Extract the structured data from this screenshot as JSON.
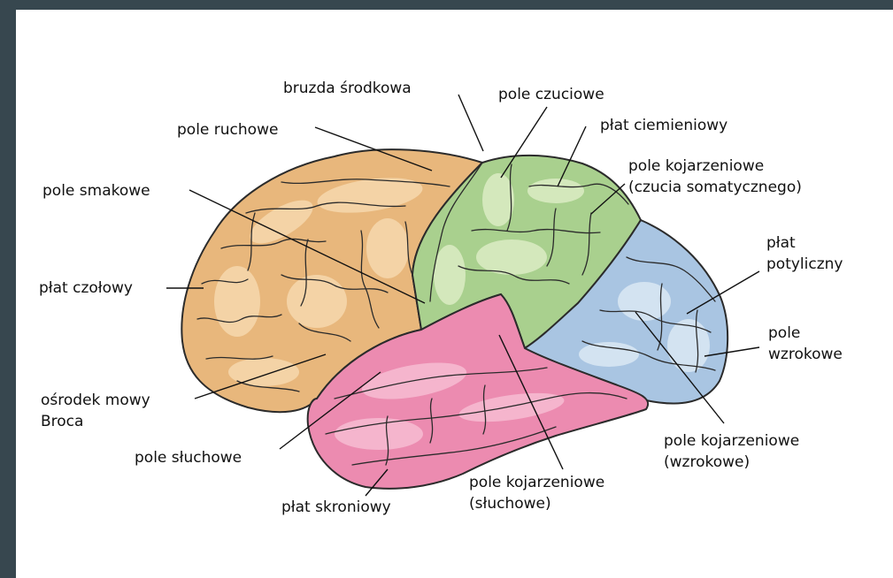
{
  "labels": {
    "bruzda_srodkowa": "bruzda środkowa",
    "pole_ruchowe": "pole ruchowe",
    "pole_czuciowe": "pole czuciowe",
    "plat_ciemieniowy": "płat ciemieniowy",
    "pole_kojarzeniowe_czucia_1": "pole kojarzeniowe",
    "pole_kojarzeniowe_czucia_2": "(czucia somatycznego)",
    "pole_smakowe": "pole smakowe",
    "plat_potyliczny_1": "płat",
    "plat_potyliczny_2": "potyliczny",
    "plat_czolowy": "płat czołowy",
    "pole_wzrokowe_1": "pole",
    "pole_wzrokowe_2": "wzrokowe",
    "osrodek_mowy_1": "ośrodek mowy",
    "osrodek_mowy_2": "Broca",
    "pole_kojarzeniowe_wzrokowe_1": "pole kojarzeniowe",
    "pole_kojarzeniowe_wzrokowe_2": "(wzrokowe)",
    "pole_sluchowe": "pole słuchowe",
    "pole_kojarzeniowe_sluchowe_1": "pole kojarzeniowe",
    "pole_kojarzeniowe_sluchowe_2": "(słuchowe)",
    "plat_skroniowy": "płat skroniowy"
  },
  "colors": {
    "frontal": "#e8b77c",
    "parietal": "#a9d08e",
    "occipital": "#a9c5e2",
    "temporal": "#ec8bb0",
    "outline": "#2b2b2b"
  }
}
